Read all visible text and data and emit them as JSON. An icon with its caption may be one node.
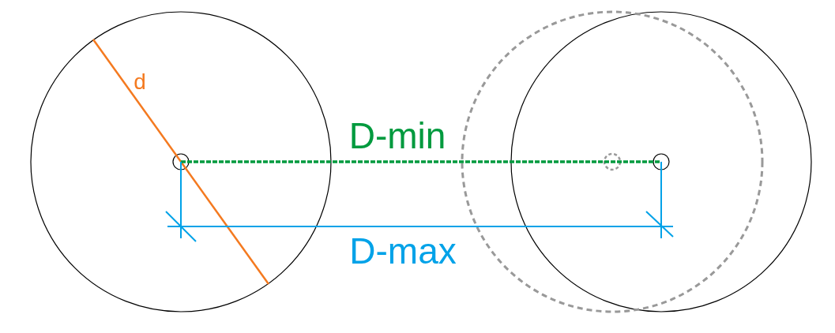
{
  "diagram": {
    "labels": [
      "d",
      "D-min",
      "D-max"
    ]
  }
}
